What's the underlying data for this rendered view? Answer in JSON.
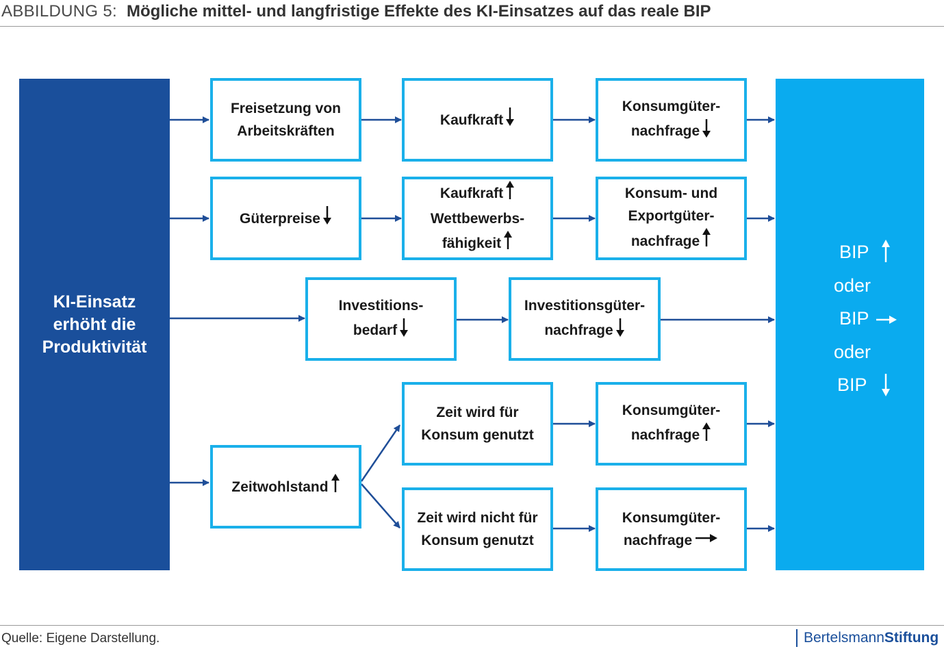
{
  "header": {
    "figure_label": "ABBILDUNG 5:",
    "title": "Mögliche mittel- und langfristige Effekte des KI-Einsatzes auf das reale BIP"
  },
  "left_block": {
    "lines": [
      "KI-Einsatz",
      "erhöht die",
      "Produktivität"
    ]
  },
  "boxes": {
    "freisetzung": {
      "l1": "Freisetzung von",
      "l2": "Arbeitskräften"
    },
    "kaufkraft_down": {
      "l1": "Kaufkraft",
      "l1_arrow": "down"
    },
    "konsum1": {
      "l1": "Konsumgüter-",
      "l2": "nachfrage",
      "l2_arrow": "down"
    },
    "gueterpreise": {
      "l1": "Güterpreise",
      "l1_arrow": "down"
    },
    "kaufkraft_wb": {
      "l1": "Kaufkraft",
      "l1_arrow": "up",
      "l2": "Wettbewerbs-",
      "l3": "fähigkeit",
      "l3_arrow": "up"
    },
    "konsum_export": {
      "l1": "Konsum- und",
      "l2": "Exportgüter-",
      "l3": "nachfrage",
      "l3_arrow": "up"
    },
    "investitionsbedarf": {
      "l1": "Investitions-",
      "l2": "bedarf",
      "l2_arrow": "down"
    },
    "investitionsgueter": {
      "l1": "Investitionsgüter-",
      "l2": "nachfrage",
      "l2_arrow": "down"
    },
    "zeit_konsum": {
      "l1": "Zeit wird für",
      "l2": "Konsum genutzt"
    },
    "konsum4": {
      "l1": "Konsumgüter-",
      "l2": "nachfrage",
      "l2_arrow": "up"
    },
    "zeitwohlstand": {
      "l1": "Zeitwohlstand",
      "l1_arrow": "up"
    },
    "zeit_nicht": {
      "l1": "Zeit wird nicht für",
      "l2": "Konsum genutzt"
    },
    "konsum5": {
      "l1": "Konsumgüter-",
      "l2": "nachfrage",
      "l2_arrow": "right"
    }
  },
  "right_block": {
    "bip1": "BIP",
    "bip1_arrow": "up",
    "oder1": "oder",
    "bip2": "BIP",
    "bip2_arrow": "right",
    "oder2": "oder",
    "bip3": "BIP",
    "bip3_arrow": "down"
  },
  "footer": {
    "source": "Quelle: Eigene Darstellung.",
    "brand_regular": "Bertelsmann",
    "brand_bold": "Stiftung"
  },
  "colors": {
    "dark_blue": "#1a4f9b",
    "light_blue": "#0aabef",
    "box_border": "#1ab0ea",
    "connector": "#1f4e98"
  }
}
